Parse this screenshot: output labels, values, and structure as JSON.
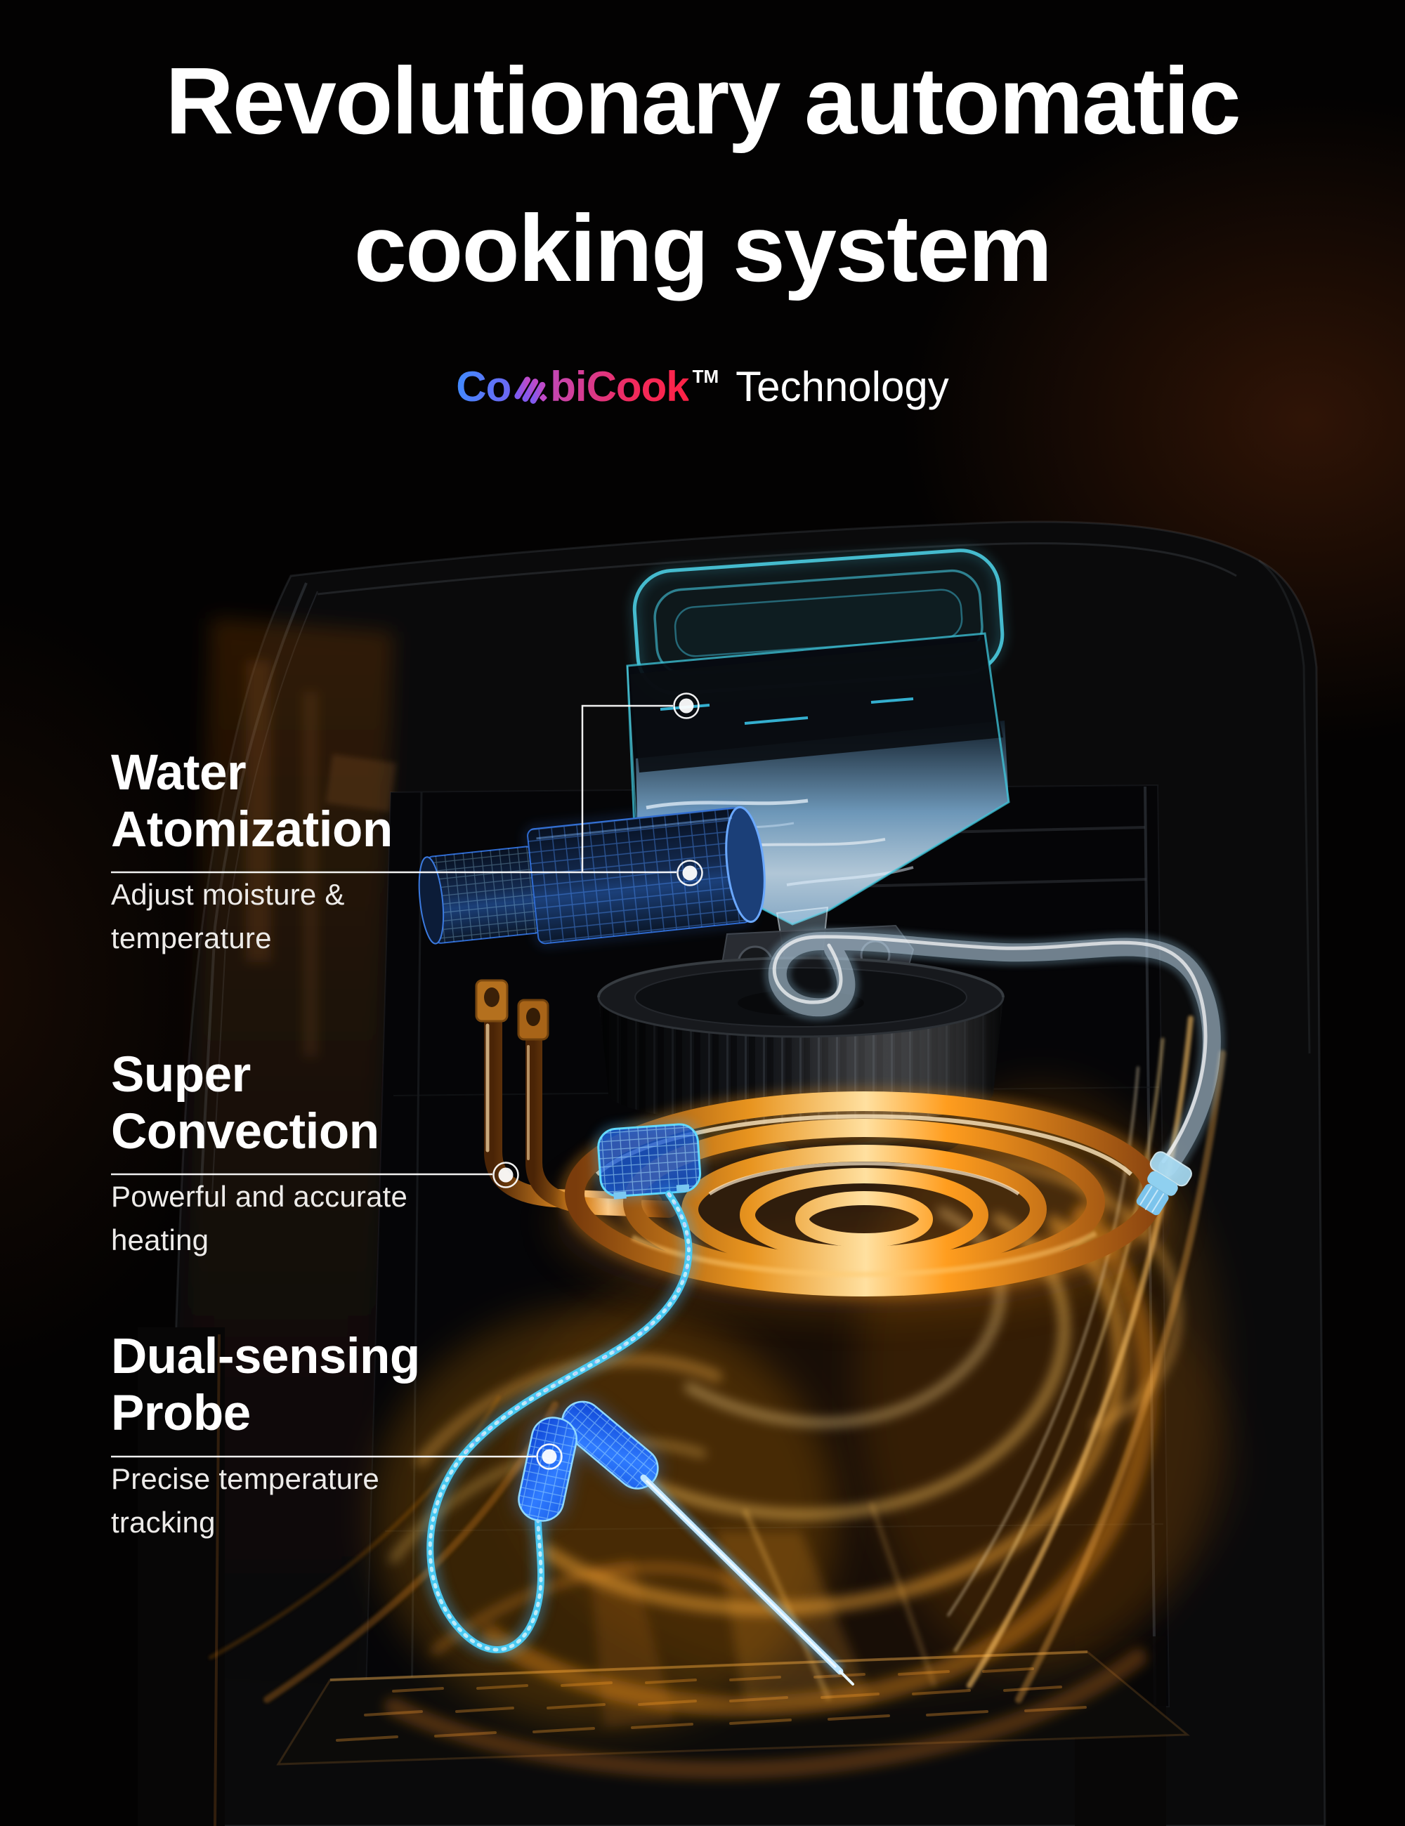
{
  "header": {
    "title_line1": "Revolutionary automatic",
    "title_line2": "cooking system",
    "brand": {
      "logo_prefix": "Co",
      "logo_suffix": "biCook",
      "trademark": "TM",
      "tagline": "Technology",
      "logo_gradient": [
        "#3f8cff",
        "#7e5af0",
        "#c148b8",
        "#ff2244"
      ]
    }
  },
  "features": [
    {
      "title_line1": "Water",
      "title_line2": "Atomization",
      "desc_line1": "Adjust moisture &",
      "desc_line2": "temperature"
    },
    {
      "title_line1": "Super",
      "title_line2": "Convection",
      "desc_line1": "Powerful and accurate",
      "desc_line2": "heating"
    },
    {
      "title_line1": "Dual-sensing",
      "title_line2": "Probe",
      "desc_line1": "Precise temperature",
      "desc_line2": "tracking"
    }
  ],
  "illustration": {
    "water_tank_color": "#49d0e8",
    "atomizer_color": "#3b82f6",
    "heater_glow_color": "#ff9d1e",
    "copper_color": "#c87a1e",
    "probe_color": "#2f7bff",
    "callout_color": "#ffffff"
  }
}
